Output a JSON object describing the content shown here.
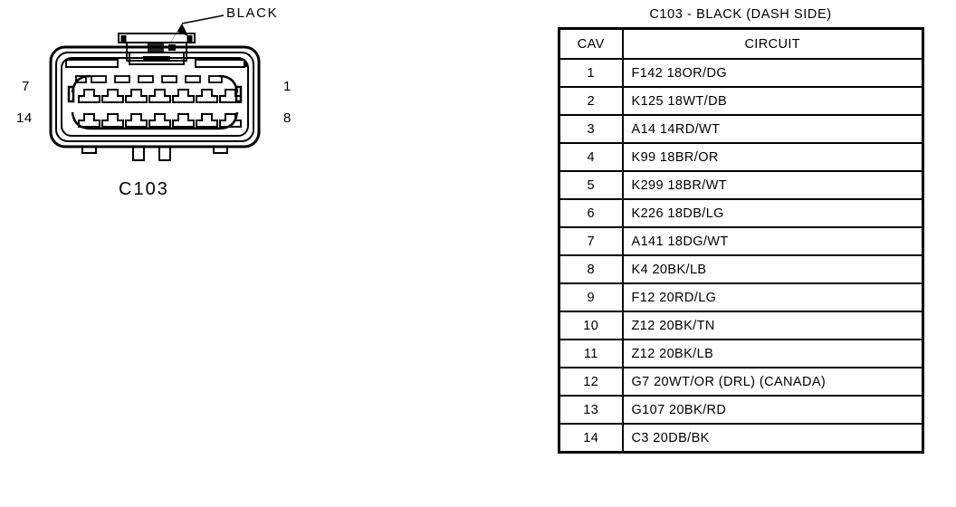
{
  "connector": {
    "callout_label": "BLACK",
    "caption": "C103",
    "pin_labels": {
      "top_left": "7",
      "bottom_left": "14",
      "top_right": "1",
      "bottom_right": "8"
    },
    "cavity_rows": 2,
    "cavities_per_row": 7,
    "total_cavities": 14
  },
  "table": {
    "title": "C103 - BLACK (DASH SIDE)",
    "columns": [
      "CAV",
      "CIRCUIT"
    ],
    "rows": [
      {
        "cav": "1",
        "circuit": "F142 18OR/DG"
      },
      {
        "cav": "2",
        "circuit": "K125 18WT/DB"
      },
      {
        "cav": "3",
        "circuit": "A14 14RD/WT"
      },
      {
        "cav": "4",
        "circuit": "K99 18BR/OR"
      },
      {
        "cav": "5",
        "circuit": "K299 18BR/WT"
      },
      {
        "cav": "6",
        "circuit": "K226 18DB/LG"
      },
      {
        "cav": "7",
        "circuit": "A141 18DG/WT"
      },
      {
        "cav": "8",
        "circuit": "K4 20BK/LB"
      },
      {
        "cav": "9",
        "circuit": "F12 20RD/LG"
      },
      {
        "cav": "10",
        "circuit": "Z12 20BK/TN"
      },
      {
        "cav": "11",
        "circuit": "Z12 20BK/LB"
      },
      {
        "cav": "12",
        "circuit": "G7 20WT/OR (DRL) (CANADA)"
      },
      {
        "cav": "13",
        "circuit": "G107 20BK/RD"
      },
      {
        "cav": "14",
        "circuit": "C3 20DB/BK"
      }
    ]
  },
  "colors": {
    "line": "#000000",
    "background": "#ffffff"
  }
}
